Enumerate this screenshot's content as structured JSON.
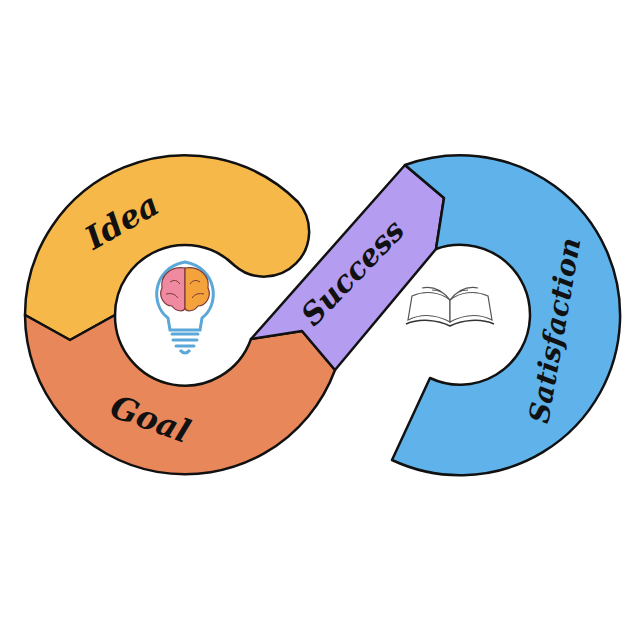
{
  "diagram": {
    "nodes": [
      {
        "text": [
          "Idea"
        ]
      },
      {
        "text": [
          "Goal"
        ]
      },
      {
        "text": [
          "Success"
        ]
      },
      {
        "text": [
          "Satisfaction"
        ]
      }
    ]
  }
}
